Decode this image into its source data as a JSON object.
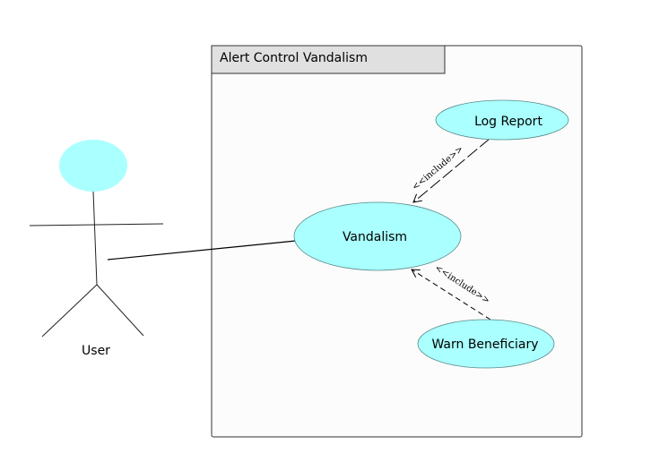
{
  "system": {
    "title": "Alert Control Vandalism"
  },
  "actor": {
    "label": "User"
  },
  "use_cases": {
    "vandalism": "Vandalism",
    "log_report": "Log Report",
    "warn_beneficiary": "Warn Beneficiary"
  },
  "relations": {
    "include_log": "<<include>>",
    "include_warn": "<<include>>"
  },
  "colors": {
    "use_case_fill": "#aaffff",
    "use_case_stroke": "#5a8a8a",
    "actor_head": "#aaffff",
    "system_bg": "#fcfcfc",
    "title_bg": "#e0e0e0"
  }
}
